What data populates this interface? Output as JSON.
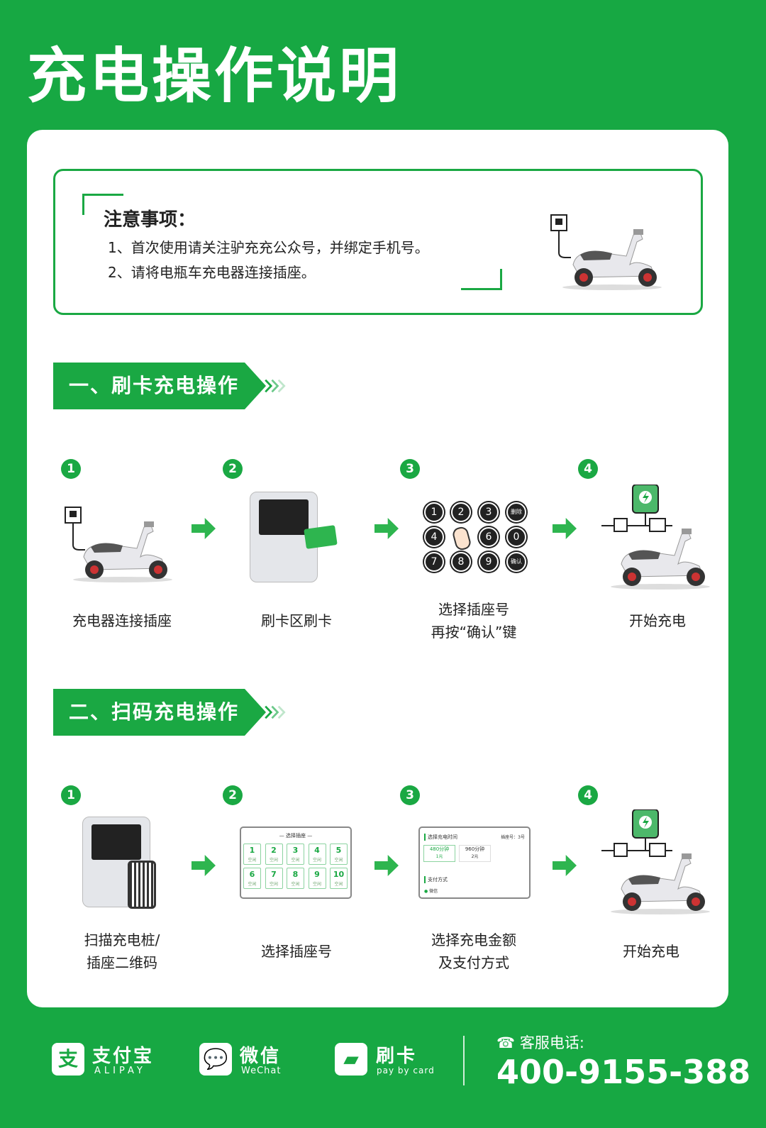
{
  "title": "充电操作说明",
  "notice": {
    "heading": "注意事项：",
    "lines": [
      "1、首次使用请关注驴充充公众号，并绑定手机号。",
      "2、请将电瓶车充电器连接插座。"
    ]
  },
  "section1": {
    "title": "一、刷卡充电操作",
    "steps": [
      {
        "num": "1",
        "label": "充电器连接插座"
      },
      {
        "num": "2",
        "label": "刷卡区刷卡"
      },
      {
        "num": "3",
        "label_line1": "选择插座号",
        "label_line2": "再按“确认”键"
      },
      {
        "num": "4",
        "label": "开始充电"
      }
    ],
    "keypad": [
      "1",
      "2",
      "3",
      "删除",
      "4",
      "6",
      "0",
      "7",
      "8",
      "9",
      "确认"
    ]
  },
  "section2": {
    "title": "二、扫码充电操作",
    "steps": [
      {
        "num": "1",
        "label_line1": "扫描充电桩/",
        "label_line2": "插座二维码"
      },
      {
        "num": "2",
        "label": "选择插座号"
      },
      {
        "num": "3",
        "label_line1": "选择充电金额",
        "label_line2": "及支付方式"
      },
      {
        "num": "4",
        "label": "开始充电"
      }
    ],
    "socket_screen": {
      "title": "— 选择插座 —",
      "cells": [
        "1",
        "2",
        "3",
        "4",
        "5",
        "6",
        "7",
        "8",
        "9",
        "10"
      ],
      "status": "空闲"
    },
    "pay_screen": {
      "time_title": "选择充电时间",
      "socket_no": "插座号：3号",
      "options": [
        {
          "time": "480分钟",
          "price": "1元"
        },
        {
          "time": "960分钟",
          "price": "2元"
        }
      ],
      "pay_title": "支付方式",
      "method": "微信"
    }
  },
  "footer": {
    "alipay": {
      "name": "支付宝",
      "sub": "ALIPAY"
    },
    "wechat": {
      "name": "微信",
      "sub": "WeChat"
    },
    "card": {
      "name": "刷卡",
      "sub": "pay by card"
    },
    "hotline_label": "客服电话:",
    "hotline": "400-9155-388"
  },
  "colors": {
    "brand": "#1aa843"
  }
}
